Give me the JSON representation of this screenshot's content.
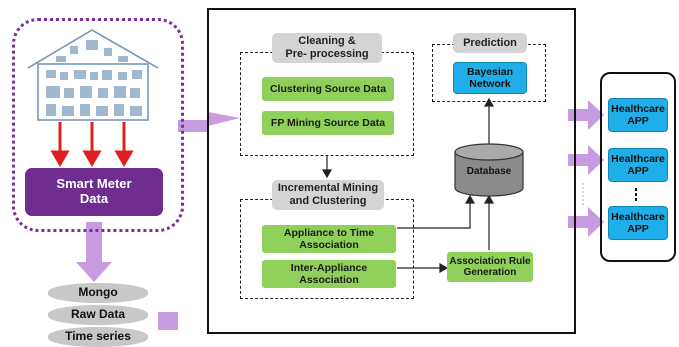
{
  "smart_meter": {
    "label_line1": "Smart Meter",
    "label_line2": "Data"
  },
  "storage": {
    "layer1": "Mongo",
    "layer2": "Raw Data",
    "layer3": "Time series"
  },
  "cleaning": {
    "title_line1": "Cleaning &",
    "title_line2": "Pre-  processing"
  },
  "clustering_source": "Clustering Source Data",
  "fp_mining_source": "FP Mining Source Data",
  "incremental": {
    "title_line1": "Incremental Mining",
    "title_line2": "and Clustering"
  },
  "appliance_time": {
    "line1": "Appliance to Time",
    "line2": "Association"
  },
  "inter_appliance": {
    "line1": "Inter-Appliance",
    "line2": "Association"
  },
  "prediction": {
    "title": "Prediction"
  },
  "bayesian": {
    "line1": "Bayesian",
    "line2": "Network"
  },
  "database": {
    "label": "Database"
  },
  "association_rule": {
    "line1": "Association Rule",
    "line2": "Generation"
  },
  "apps": [
    {
      "line1": "Healthcare",
      "line2": "APP"
    },
    {
      "line1": "Healthcare",
      "line2": "APP"
    },
    {
      "line1": "Healthcare",
      "line2": "APP"
    }
  ],
  "colors": {
    "purple": "#6e2d8f",
    "arrow_purple": "#c89ae0",
    "green": "#8fd05a",
    "blue": "#1faee8",
    "gray": "#d4d4d4",
    "red": "#e02020"
  }
}
